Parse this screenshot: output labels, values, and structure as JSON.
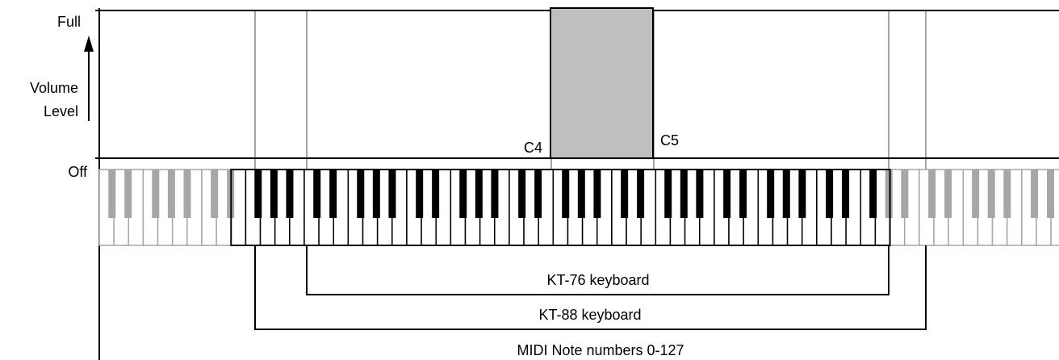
{
  "labels": {
    "full": "Full",
    "off": "Off",
    "volume_line1": "Volume",
    "volume_line2": "Level",
    "c4": "C4",
    "c5": "C5"
  },
  "ranges": [
    {
      "id": "kt76",
      "label": "KT-76 keyboard",
      "low_note": 16,
      "high_note": 91
    },
    {
      "id": "kt88",
      "label": "KT-88 keyboard",
      "low_note": 9,
      "high_note": 96
    },
    {
      "id": "midi",
      "label": "MIDI Note numbers 0-127",
      "low_note": 0,
      "high_note": 127
    }
  ],
  "volume_window": {
    "low_note": "C4",
    "high_note": "C5",
    "level": "Full"
  },
  "colors": {
    "active": "#000000",
    "inactive": "#a6a6a6",
    "window_fill": "#bfbfbf"
  }
}
